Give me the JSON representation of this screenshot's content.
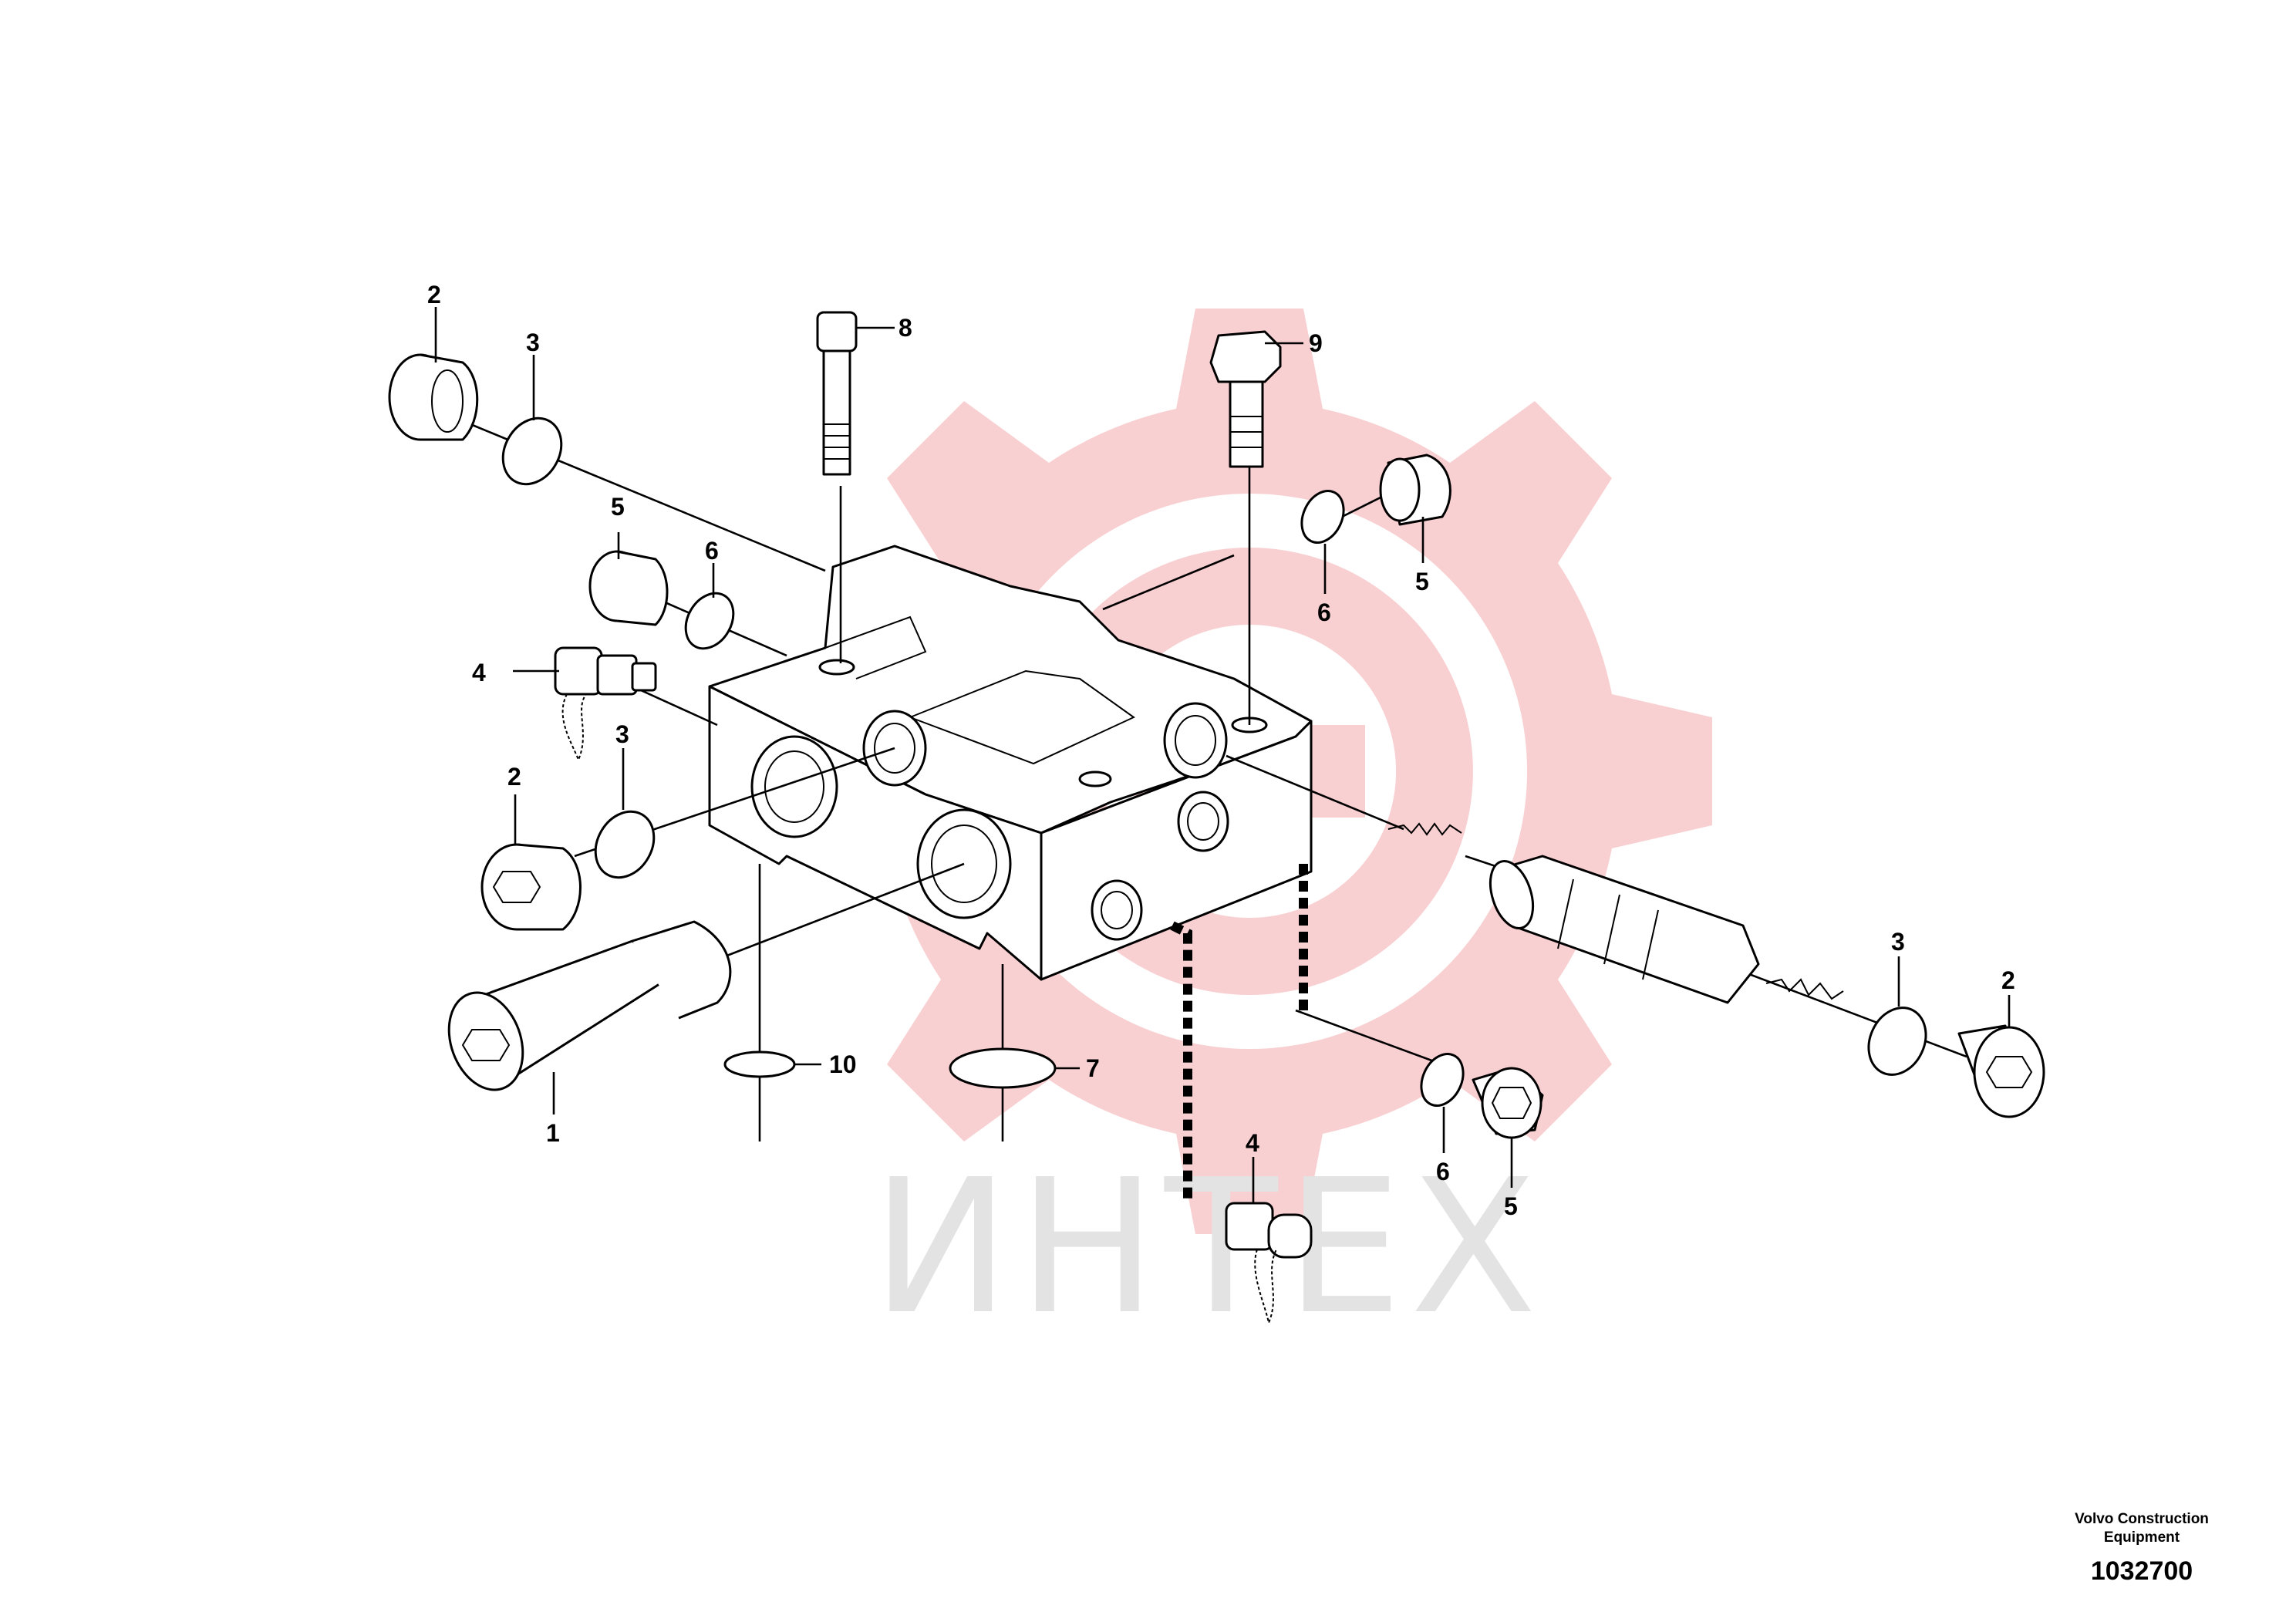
{
  "watermark": {
    "text": "ИНТЕХ",
    "logo_color": "#f9d0d2",
    "text_color": "#e3e3e3"
  },
  "callouts": {
    "c1": "1",
    "c2a": "2",
    "c2b": "2",
    "c2c": "2",
    "c3a": "3",
    "c3b": "3",
    "c3c": "3",
    "c4a": "4",
    "c4b": "4",
    "c5a": "5",
    "c5b": "5",
    "c5c": "5",
    "c6a": "6",
    "c6b": "6",
    "c6c": "6",
    "c7": "7",
    "c8": "8",
    "c9": "9",
    "c10": "10"
  },
  "caption": {
    "company_line1": "Volvo Construction",
    "company_line2": "Equipment",
    "drawing_number": "1032700"
  }
}
